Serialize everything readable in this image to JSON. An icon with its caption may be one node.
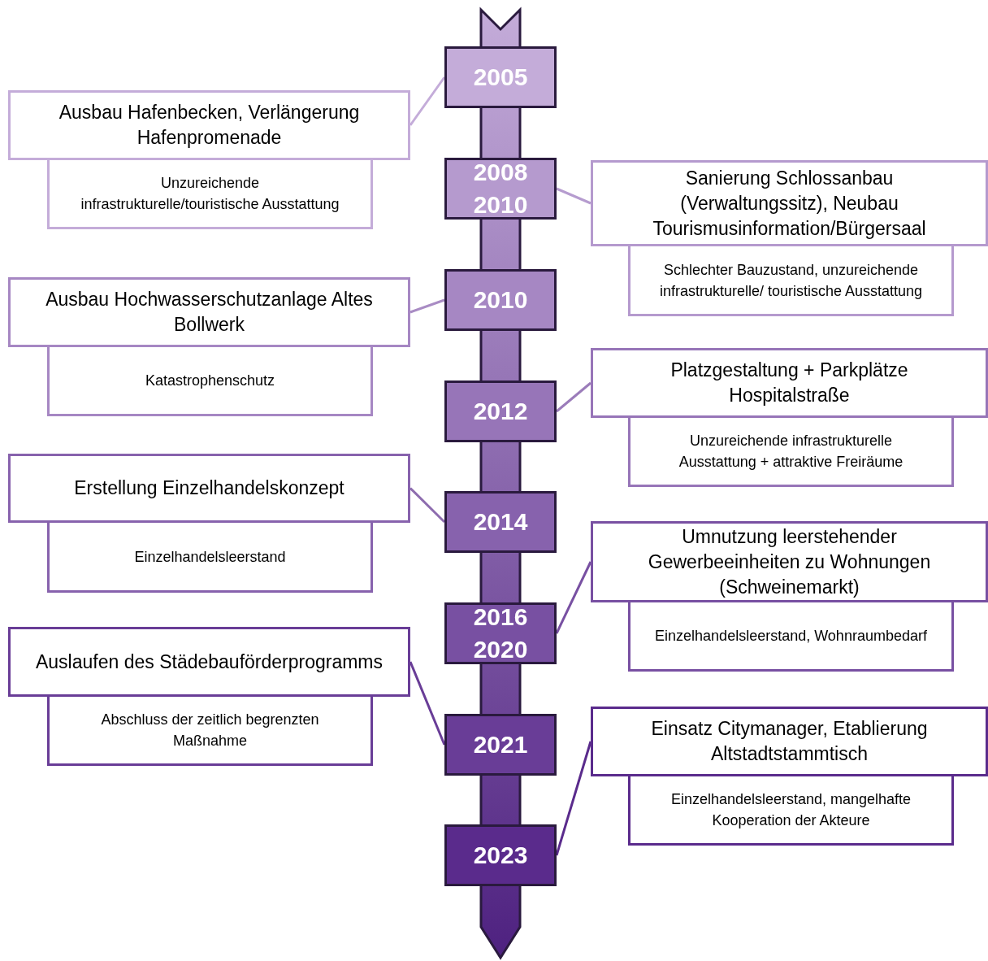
{
  "diagram": {
    "nodes": [
      {
        "text": [
          "2005"
        ]
      },
      {
        "text": [
          "Ausbau Hafenbecken, Verlängerung Hafenpromenade"
        ]
      },
      {
        "text": [
          "Unzureichende infrastrukturelle/touristische Ausstattung"
        ]
      },
      {
        "text": [
          "2008 2010"
        ]
      },
      {
        "text": [
          "Sanierung Schlossanbau (Verwaltungssitz), Neubau Tourismusinformation/Bürgersaal"
        ]
      },
      {
        "text": [
          "Schlechter Bauzustand, unzureichende infrastrukturelle/ touristische Ausstattung"
        ]
      },
      {
        "text": [
          "2010"
        ]
      },
      {
        "text": [
          "Ausbau Hochwasserschutzanlage Altes Bollwerk"
        ]
      },
      {
        "text": [
          "Katastrophenschutz"
        ]
      },
      {
        "text": [
          "2012"
        ]
      },
      {
        "text": [
          "Platzgestaltung + Parkplätze Hospitalstraße"
        ]
      },
      {
        "text": [
          "Unzureichende infrastrukturelle Ausstattung + attraktive Freiräume"
        ]
      },
      {
        "text": [
          "2014"
        ]
      },
      {
        "text": [
          "Erstellung Einzelhandelskonzept"
        ]
      },
      {
        "text": [
          "Einzelhandelsleerstand"
        ]
      },
      {
        "text": [
          "2016 2020"
        ]
      },
      {
        "text": [
          "Umnutzung leerstehender Gewerbeeinheiten zu Wohnungen (Schweinemarkt)"
        ]
      },
      {
        "text": [
          "Einzelhandelsleerstand, Wohnraumbedarf"
        ]
      },
      {
        "text": [
          "2021"
        ]
      },
      {
        "text": [
          "Auslaufen des Städebauförderprogramms"
        ]
      },
      {
        "text": [
          "Abschluss der zeitlich begrenzten Maßnahme"
        ]
      },
      {
        "text": [
          "2023"
        ]
      },
      {
        "text": [
          "Einsatz Citymanager, Etablierung Altstadtstammtisch"
        ]
      },
      {
        "text": [
          "Einzelhandelsleerstand, mangelhafte Kooperation der Akteure"
        ]
      }
    ],
    "edges": [
      {
        "from": 0,
        "to": 1,
        "arrow": "none",
        "color": "#c4acd9"
      },
      {
        "from": 3,
        "to": 4,
        "arrow": "none",
        "color": "#b69ccf"
      },
      {
        "from": 6,
        "to": 7,
        "arrow": "none",
        "color": "#a98cc4"
      },
      {
        "from": 9,
        "to": 10,
        "arrow": "none",
        "color": "#9b7cba"
      },
      {
        "from": 12,
        "to": 13,
        "arrow": "none",
        "color": "#8e6daf"
      },
      {
        "from": 15,
        "to": 16,
        "arrow": "none",
        "color": "#7850a2"
      },
      {
        "from": 18,
        "to": 19,
        "arrow": "none",
        "color": "#693d97"
      },
      {
        "from": 21,
        "to": 22,
        "arrow": "none",
        "color": "#5a2b8c"
      }
    ]
  }
}
